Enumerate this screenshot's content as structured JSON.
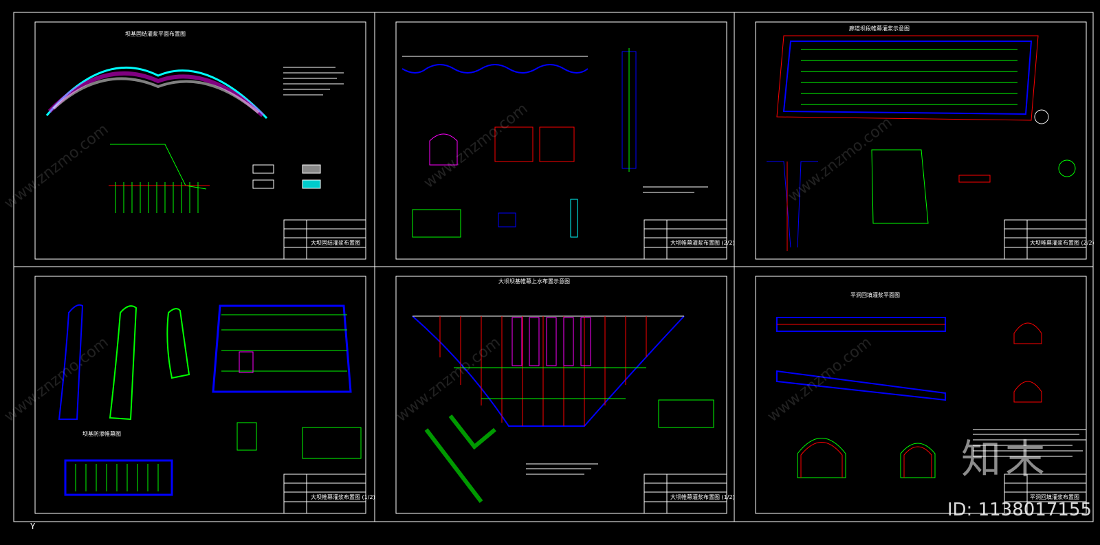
{
  "colors": {
    "background": "#000000",
    "frame": "#ffffff",
    "green": "#00ff00",
    "red": "#ff0000",
    "blue": "#0000ff",
    "magenta": "#ff00ff",
    "cyan": "#00ffff",
    "yellow": "#ffff00"
  },
  "sheets": [
    {
      "id": "s1",
      "title_block": "大坝固结灌浆布置图",
      "caption": "坝基固结灌浆平面布置图"
    },
    {
      "id": "s2",
      "title_block": "大坝帷幕灌浆布置图 (2/2)",
      "caption": ""
    },
    {
      "id": "s3",
      "title_block": "大坝帷幕灌浆布置图 (2/2)",
      "caption": "廊道坝段帷幕灌浆示意图"
    },
    {
      "id": "s4",
      "title_block": "大坝帷幕灌浆布置图 (1/2)",
      "caption": "坝基防渗帷幕图"
    },
    {
      "id": "s5",
      "title_block": "大坝帷幕灌浆布置图 (1/2)",
      "caption": "大坝坝基帷幕上水布置示意图"
    },
    {
      "id": "s6",
      "title_block": "平洞回填灌浆布置图",
      "caption": "平洞回填灌浆平面图"
    }
  ],
  "watermark": {
    "site": "www.znzmo.com",
    "brand": "知末",
    "id_label": "ID: 1138017155"
  },
  "axis": {
    "y_label": "Y"
  }
}
